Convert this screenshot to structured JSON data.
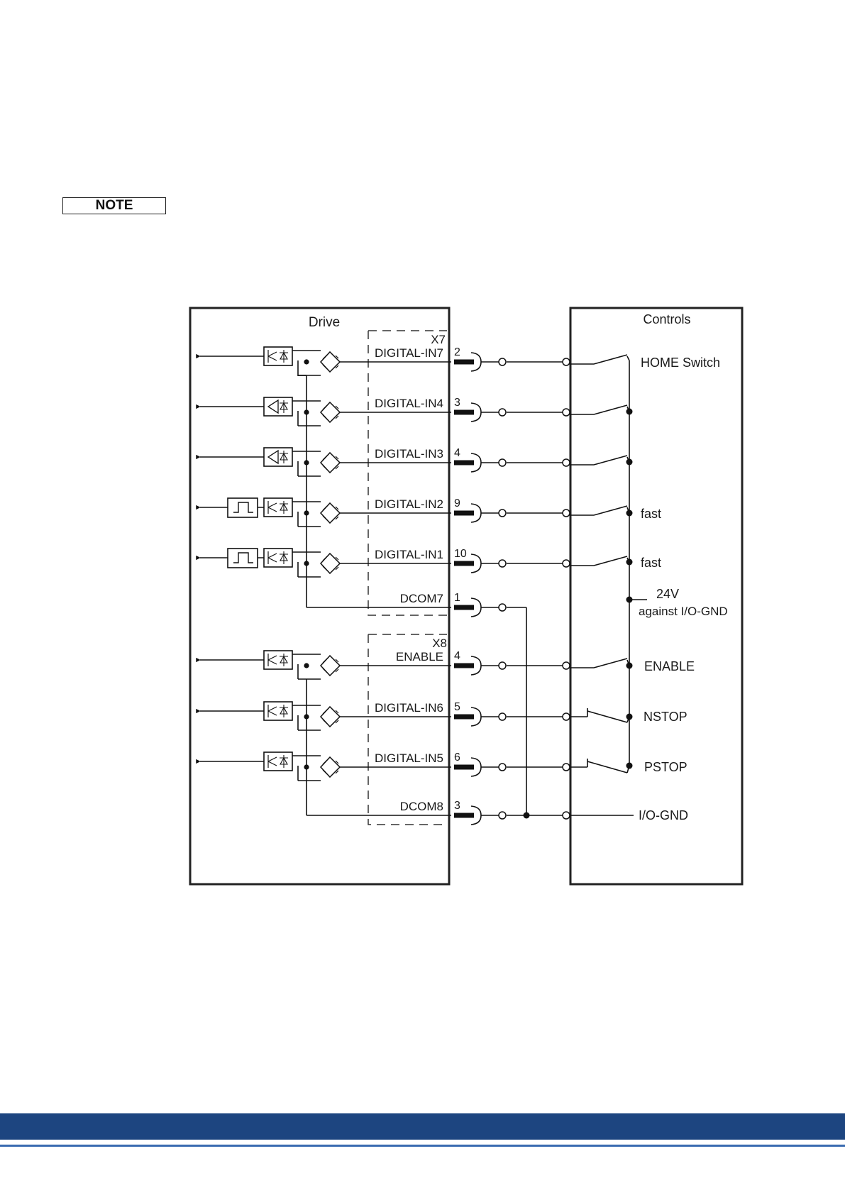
{
  "note": {
    "label": "NOTE"
  },
  "diagram": {
    "drive": {
      "title": "Drive",
      "x7": {
        "label": "X7",
        "rows": [
          {
            "name": "DIGITAL-IN7",
            "pin": "2",
            "type": "opto"
          },
          {
            "name": "DIGITAL-IN4",
            "pin": "3",
            "type": "buffer"
          },
          {
            "name": "DIGITAL-IN3",
            "pin": "4",
            "type": "buffer"
          },
          {
            "name": "DIGITAL-IN2",
            "pin": "9",
            "type": "fast"
          },
          {
            "name": "DIGITAL-IN1",
            "pin": "10",
            "type": "fast"
          }
        ],
        "common": {
          "name": "DCOM7",
          "pin": "1"
        }
      },
      "x8": {
        "label": "X8",
        "rows": [
          {
            "name": "ENABLE",
            "pin": "4",
            "type": "opto"
          },
          {
            "name": "DIGITAL-IN6",
            "pin": "5",
            "type": "opto"
          },
          {
            "name": "DIGITAL-IN5",
            "pin": "6",
            "type": "opto"
          }
        ],
        "common": {
          "name": "DCOM8",
          "pin": "3"
        }
      }
    },
    "controls": {
      "title": "Controls",
      "labels": {
        "home_switch": "HOME Switch",
        "fast_1": "fast",
        "fast_2": "fast",
        "supply": "24V",
        "supply_ref": "against I/O-GND",
        "enable": "ENABLE",
        "nstop": "NSTOP",
        "pstop": "PSTOP",
        "io_gnd": "I/O-GND"
      }
    }
  },
  "colors": {
    "footer_band": "#1d4580",
    "footer_line": "#3a6bb0"
  }
}
